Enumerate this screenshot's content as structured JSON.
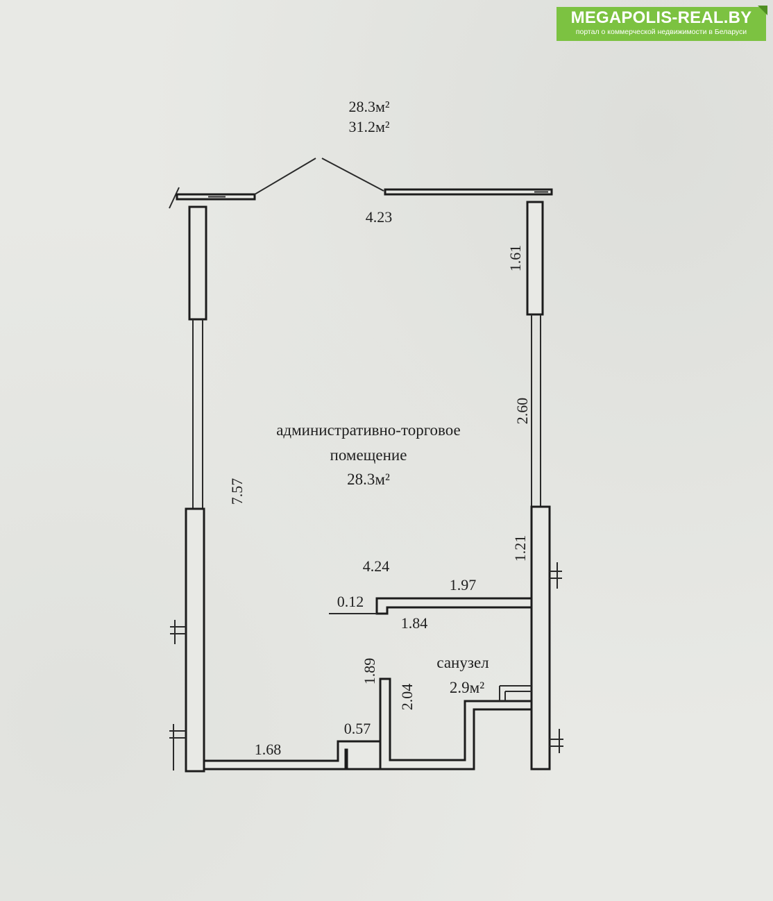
{
  "logo": {
    "title": "MEGAPOLIS-REAL.BY",
    "subtitle": "портал о коммерческой недвижимости в Беларуси"
  },
  "plan": {
    "area_heading": "28.3м²",
    "area_total": "31.2м²",
    "dimensions": {
      "top_width": "4.23",
      "right_upper_window": "1.61",
      "right_middle": "2.60",
      "right_lower": "1.21",
      "left_height": "7.57",
      "inner_width": "4.24",
      "partition_top": "1.97",
      "partition_thickness": "0.12",
      "partition_bottom": "1.84",
      "wc_wall_height": "1.89",
      "wc_depth": "2.04",
      "bottom_left": "1.68",
      "bottom_step": "0.57"
    },
    "rooms": [
      {
        "name_line1": "административно-торговое",
        "name_line2": "помещение",
        "area": "28.3м²"
      },
      {
        "name_line1": "санузел",
        "area": "2.9м²"
      }
    ]
  },
  "colors": {
    "paper": "#e8e9e5",
    "lines": "#1c1c1c",
    "logo_green": "#7cc241"
  }
}
